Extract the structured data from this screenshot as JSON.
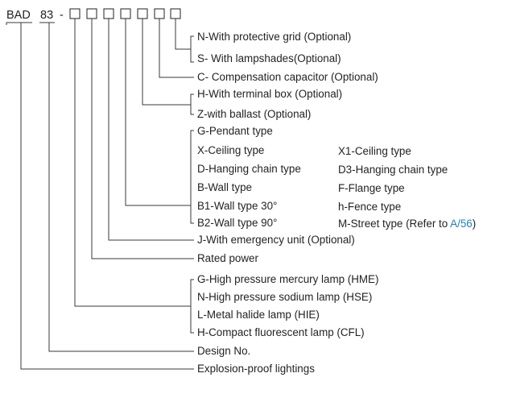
{
  "header": {
    "series": "BAD",
    "model": "83",
    "dash": "-"
  },
  "groups": {
    "g6": [
      "N-With protective grid (Optional)",
      "S- With lampshades(Optional)"
    ],
    "g5": [
      "C- Compensation capacitor (Optional)"
    ],
    "g4": [
      "H-With terminal box (Optional)",
      "Z-with ballast (Optional)"
    ],
    "g3_left": [
      "G-Pendant type",
      "X-Ceiling type",
      "D-Hanging chain type",
      "B-Wall type",
      "B1-Wall type 30°",
      "B2-Wall type 90°"
    ],
    "g3_right": [
      "X1-Ceiling type",
      "D3-Hanging chain type",
      "F-Flange type",
      "h-Fence type"
    ],
    "g3_street_prefix": "M-Street type (Refer to ",
    "g3_street_link": "A/56",
    "g3_street_suffix": ")",
    "g2": [
      "J-With emergency unit (Optional)"
    ],
    "g1": [
      "Rated power"
    ],
    "g0": [
      "G-High pressure mercury lamp (HME)",
      "N-High pressure sodium lamp (HSE)",
      "L-Metal halide lamp (HIE)",
      "H-Compact fluorescent lamp (CFL)"
    ],
    "design": "Design No.",
    "family": "Explosion-proof lightings"
  },
  "colors": {
    "text": "#231f20",
    "line": "#3a3a3a",
    "link": "#1f7fc0"
  }
}
